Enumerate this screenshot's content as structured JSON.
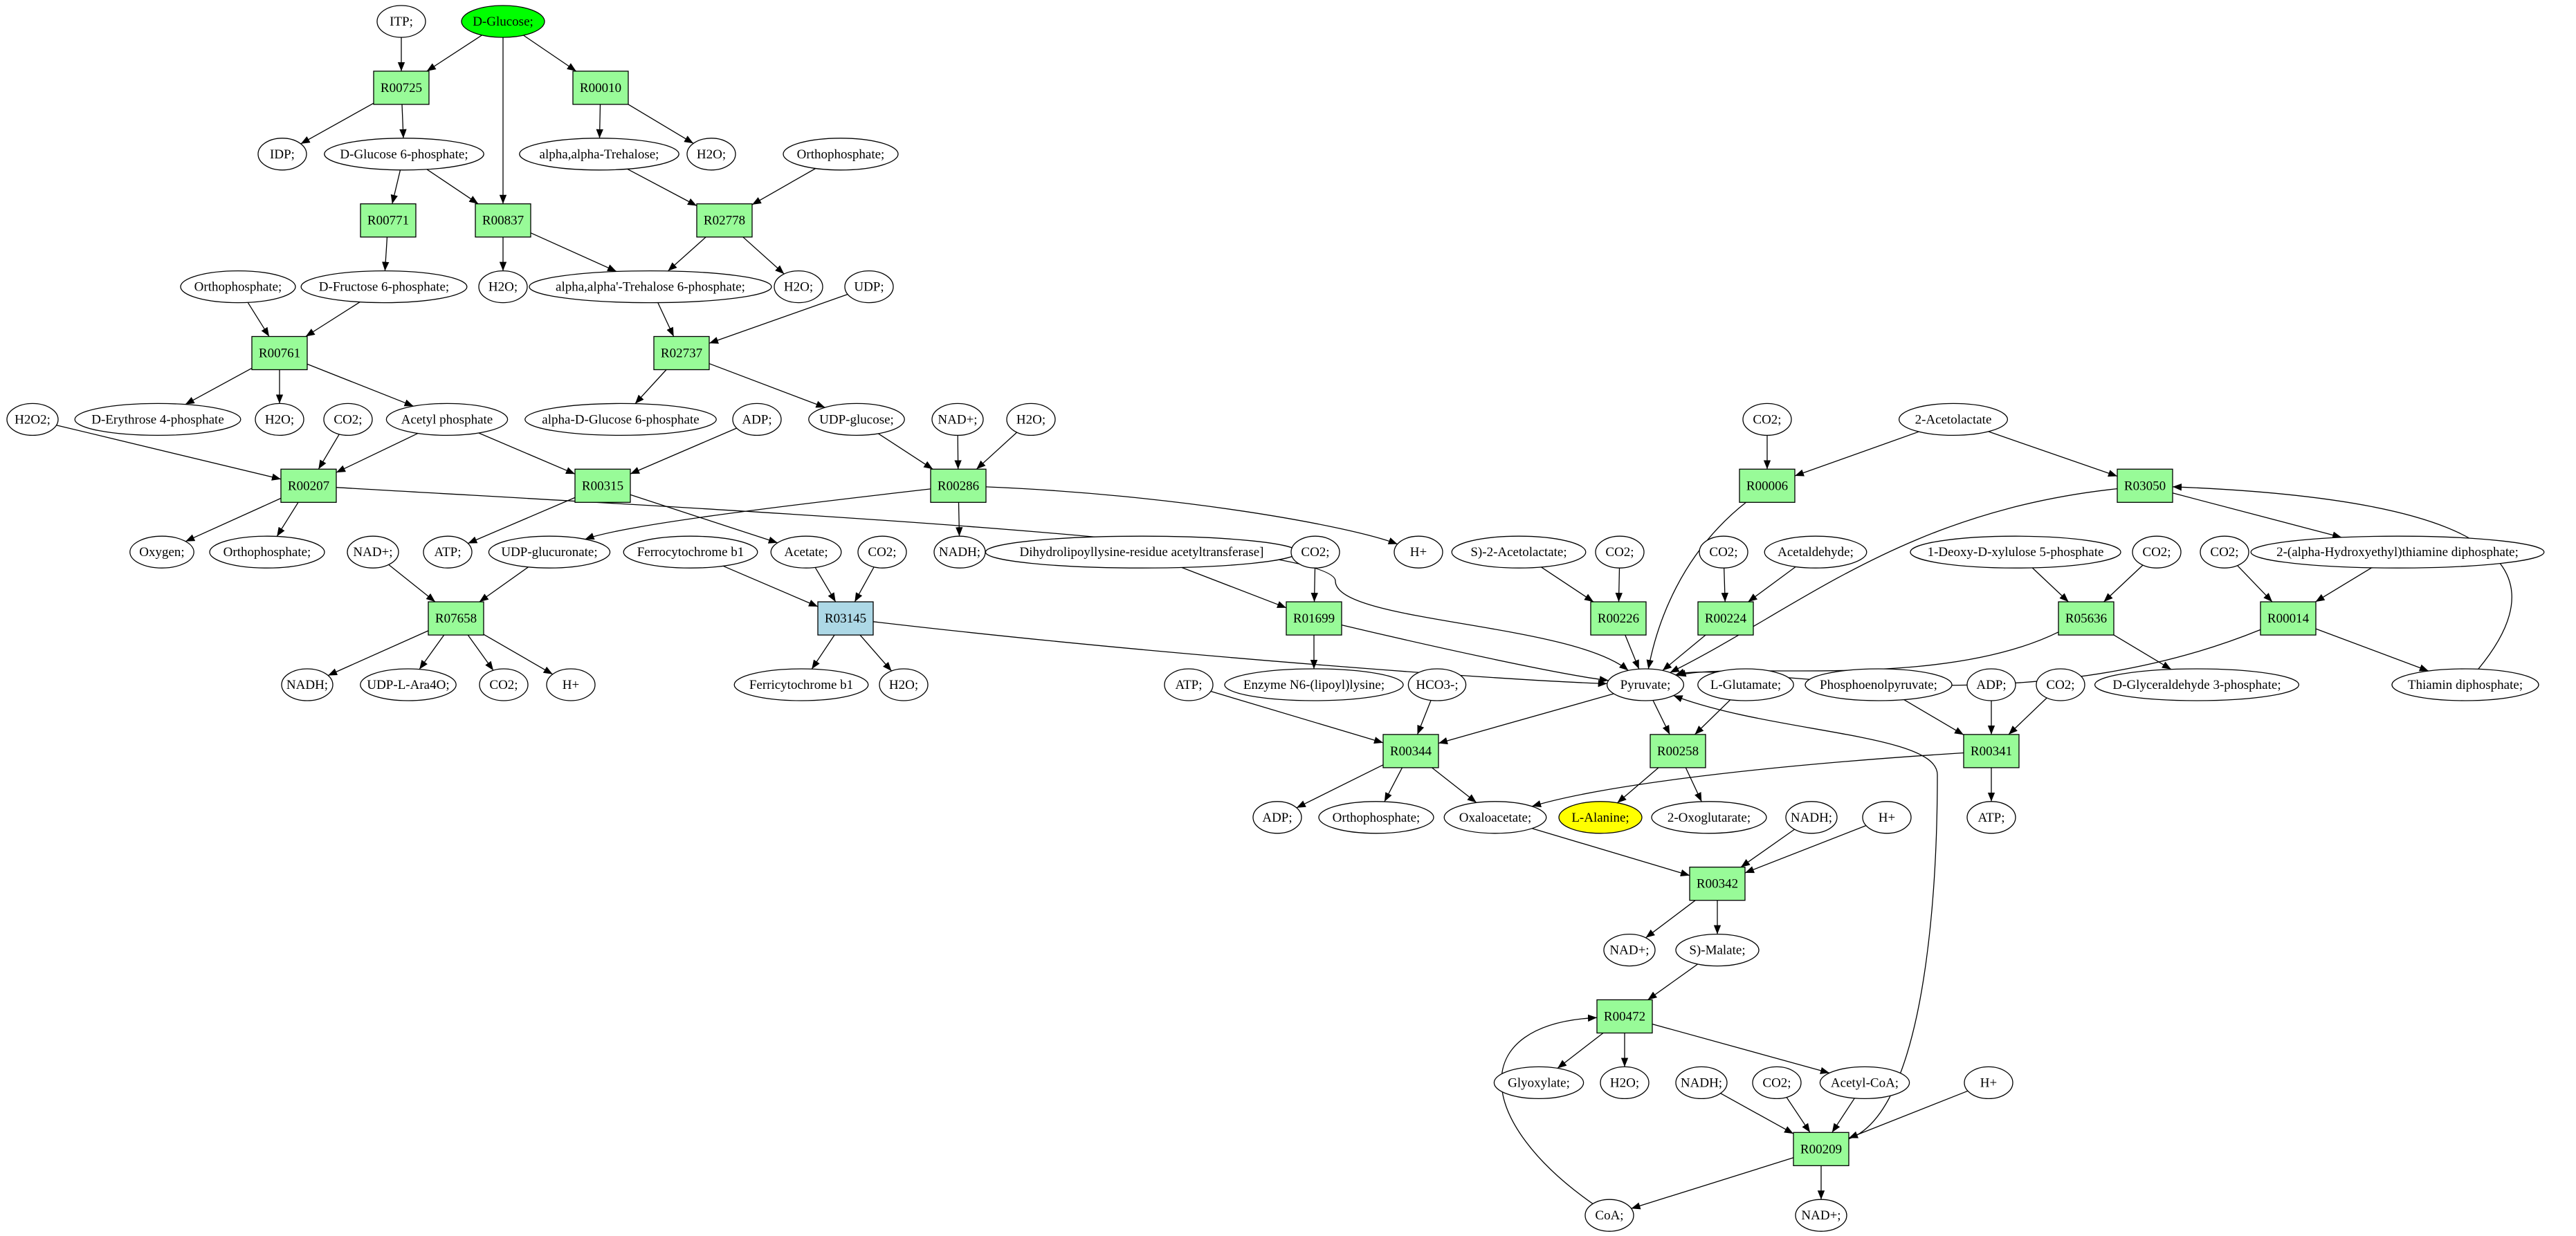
{
  "diagram": {
    "type": "metabolic-pathway-graph",
    "colors": {
      "source_compound": "#00ff00",
      "target_compound": "#ffff00",
      "reaction": "#98fb98",
      "reaction_highlight": "#add8e6",
      "compound": "#ffffff",
      "stroke": "#000000"
    },
    "nodes": [
      {
        "id": "itp",
        "label": "ITP;",
        "kind": "compound"
      },
      {
        "id": "glucose",
        "label": "D-Glucose;",
        "kind": "source"
      },
      {
        "id": "R00725",
        "label": "R00725",
        "kind": "reaction"
      },
      {
        "id": "R00010",
        "label": "R00010",
        "kind": "reaction"
      },
      {
        "id": "idp",
        "label": "IDP;",
        "kind": "compound"
      },
      {
        "id": "g6p",
        "label": "D-Glucose 6-phosphate;",
        "kind": "compound"
      },
      {
        "id": "trehalose",
        "label": "alpha,alpha-Trehalose;",
        "kind": "compound"
      },
      {
        "id": "h2o_a",
        "label": "H2O;",
        "kind": "compound"
      },
      {
        "id": "pi_a",
        "label": "Orthophosphate;",
        "kind": "compound"
      },
      {
        "id": "R00771",
        "label": "R00771",
        "kind": "reaction"
      },
      {
        "id": "R00837",
        "label": "R00837",
        "kind": "reaction"
      },
      {
        "id": "R02778",
        "label": "R02778",
        "kind": "reaction"
      },
      {
        "id": "pi_b",
        "label": "Orthophosphate;",
        "kind": "compound"
      },
      {
        "id": "f6p",
        "label": "D-Fructose 6-phosphate;",
        "kind": "compound"
      },
      {
        "id": "h2o_b",
        "label": "H2O;",
        "kind": "compound"
      },
      {
        "id": "t6p",
        "label": "alpha,alpha'-Trehalose 6-phosphate;",
        "kind": "compound"
      },
      {
        "id": "h2o_c",
        "label": "H2O;",
        "kind": "compound"
      },
      {
        "id": "udp",
        "label": "UDP;",
        "kind": "compound"
      },
      {
        "id": "R00761",
        "label": "R00761",
        "kind": "reaction"
      },
      {
        "id": "R02737",
        "label": "R02737",
        "kind": "reaction"
      },
      {
        "id": "h2o2",
        "label": "H2O2;",
        "kind": "compound"
      },
      {
        "id": "e4p",
        "label": "D-Erythrose 4-phosphate",
        "kind": "compound"
      },
      {
        "id": "h2o_d",
        "label": "H2O;",
        "kind": "compound"
      },
      {
        "id": "co2_a",
        "label": "CO2;",
        "kind": "compound"
      },
      {
        "id": "acp",
        "label": "Acetyl phosphate",
        "kind": "compound"
      },
      {
        "id": "adg6p",
        "label": "alpha-D-Glucose 6-phosphate",
        "kind": "compound"
      },
      {
        "id": "adp_a",
        "label": "ADP;",
        "kind": "compound"
      },
      {
        "id": "udpglc",
        "label": "UDP-glucose;",
        "kind": "compound"
      },
      {
        "id": "nad_a",
        "label": "NAD+;",
        "kind": "compound"
      },
      {
        "id": "h2o_e",
        "label": "H2O;",
        "kind": "compound"
      },
      {
        "id": "co2_b",
        "label": "CO2;",
        "kind": "compound"
      },
      {
        "id": "acetolactate2",
        "label": "2-Acetolactate",
        "kind": "compound"
      },
      {
        "id": "R00207",
        "label": "R00207",
        "kind": "reaction"
      },
      {
        "id": "R00315",
        "label": "R00315",
        "kind": "reaction"
      },
      {
        "id": "R00286",
        "label": "R00286",
        "kind": "reaction"
      },
      {
        "id": "R00006",
        "label": "R00006",
        "kind": "reaction"
      },
      {
        "id": "R03050",
        "label": "R03050",
        "kind": "reaction"
      },
      {
        "id": "oxygen",
        "label": "Oxygen;",
        "kind": "compound"
      },
      {
        "id": "pi_c",
        "label": "Orthophosphate;",
        "kind": "compound"
      },
      {
        "id": "nad_b",
        "label": "NAD+;",
        "kind": "compound"
      },
      {
        "id": "atp_a",
        "label": "ATP;",
        "kind": "compound"
      },
      {
        "id": "udpgca",
        "label": "UDP-glucuronate;",
        "kind": "compound"
      },
      {
        "id": "ferrocyt",
        "label": "Ferrocytochrome b1",
        "kind": "compound"
      },
      {
        "id": "acetate",
        "label": "Acetate;",
        "kind": "compound"
      },
      {
        "id": "co2_c",
        "label": "CO2;",
        "kind": "compound"
      },
      {
        "id": "nadh_a",
        "label": "NADH;",
        "kind": "compound"
      },
      {
        "id": "dlat",
        "label": "Dihydrolipoyllysine-residue acetyltransferase]",
        "kind": "compound"
      },
      {
        "id": "co2_d",
        "label": "CO2;",
        "kind": "compound"
      },
      {
        "id": "hplus_a",
        "label": "H+",
        "kind": "compound"
      },
      {
        "id": "s2acetolactate",
        "label": "S)-2-Acetolactate;",
        "kind": "compound"
      },
      {
        "id": "co2_e",
        "label": "CO2;",
        "kind": "compound"
      },
      {
        "id": "co2_f",
        "label": "CO2;",
        "kind": "compound"
      },
      {
        "id": "acetaldehyde",
        "label": "Acetaldehyde;",
        "kind": "compound"
      },
      {
        "id": "dxp",
        "label": "1-Deoxy-D-xylulose 5-phosphate",
        "kind": "compound"
      },
      {
        "id": "co2_g",
        "label": "CO2;",
        "kind": "compound"
      },
      {
        "id": "co2_h",
        "label": "CO2;",
        "kind": "compound"
      },
      {
        "id": "hetdp",
        "label": "2-(alpha-Hydroxyethyl)thiamine diphosphate;",
        "kind": "compound"
      },
      {
        "id": "R07658",
        "label": "R07658",
        "kind": "reaction"
      },
      {
        "id": "R03145",
        "label": "R03145",
        "kind": "reaction-highlight"
      },
      {
        "id": "R01699",
        "label": "R01699",
        "kind": "reaction"
      },
      {
        "id": "R00226",
        "label": "R00226",
        "kind": "reaction"
      },
      {
        "id": "R00224",
        "label": "R00224",
        "kind": "reaction"
      },
      {
        "id": "R05636",
        "label": "R05636",
        "kind": "reaction"
      },
      {
        "id": "R00014",
        "label": "R00014",
        "kind": "reaction"
      },
      {
        "id": "nadh_b",
        "label": "NADH;",
        "kind": "compound"
      },
      {
        "id": "udpara",
        "label": "UDP-L-Ara4O;",
        "kind": "compound"
      },
      {
        "id": "co2_i",
        "label": "CO2;",
        "kind": "compound"
      },
      {
        "id": "hplus_b",
        "label": "H+",
        "kind": "compound"
      },
      {
        "id": "ferricyt",
        "label": "Ferricytochrome b1",
        "kind": "compound"
      },
      {
        "id": "h2o_f",
        "label": "H2O;",
        "kind": "compound"
      },
      {
        "id": "atp_b",
        "label": "ATP;",
        "kind": "compound"
      },
      {
        "id": "enzlip",
        "label": "Enzyme N6-(lipoyl)lysine;",
        "kind": "compound"
      },
      {
        "id": "hco3",
        "label": "HCO3-;",
        "kind": "compound"
      },
      {
        "id": "pyruvate",
        "label": "Pyruvate;",
        "kind": "compound"
      },
      {
        "id": "glutamate",
        "label": "L-Glutamate;",
        "kind": "compound"
      },
      {
        "id": "pep",
        "label": "Phosphoenolpyruvate;",
        "kind": "compound"
      },
      {
        "id": "adp_b",
        "label": "ADP;",
        "kind": "compound"
      },
      {
        "id": "co2_j",
        "label": "CO2;",
        "kind": "compound"
      },
      {
        "id": "g3p",
        "label": "D-Glyceraldehyde 3-phosphate;",
        "kind": "compound"
      },
      {
        "id": "thdp",
        "label": "Thiamin diphosphate;",
        "kind": "compound"
      },
      {
        "id": "R00344",
        "label": "R00344",
        "kind": "reaction"
      },
      {
        "id": "R00258",
        "label": "R00258",
        "kind": "reaction"
      },
      {
        "id": "R00341",
        "label": "R00341",
        "kind": "reaction"
      },
      {
        "id": "adp_c",
        "label": "ADP;",
        "kind": "compound"
      },
      {
        "id": "pi_d",
        "label": "Orthophosphate;",
        "kind": "compound"
      },
      {
        "id": "oaa",
        "label": "Oxaloacetate;",
        "kind": "compound"
      },
      {
        "id": "alanine",
        "label": "L-Alanine;",
        "kind": "target"
      },
      {
        "id": "akg",
        "label": "2-Oxoglutarate;",
        "kind": "compound"
      },
      {
        "id": "nadh_c",
        "label": "NADH;",
        "kind": "compound"
      },
      {
        "id": "hplus_c",
        "label": "H+",
        "kind": "compound"
      },
      {
        "id": "atp_c",
        "label": "ATP;",
        "kind": "compound"
      },
      {
        "id": "R00342",
        "label": "R00342",
        "kind": "reaction"
      },
      {
        "id": "nad_c",
        "label": "NAD+;",
        "kind": "compound"
      },
      {
        "id": "malate",
        "label": "S)-Malate;",
        "kind": "compound"
      },
      {
        "id": "R00472",
        "label": "R00472",
        "kind": "reaction"
      },
      {
        "id": "glyoxylate",
        "label": "Glyoxylate;",
        "kind": "compound"
      },
      {
        "id": "h2o_g",
        "label": "H2O;",
        "kind": "compound"
      },
      {
        "id": "nadh_d",
        "label": "NADH;",
        "kind": "compound"
      },
      {
        "id": "co2_k",
        "label": "CO2;",
        "kind": "compound"
      },
      {
        "id": "accoa",
        "label": "Acetyl-CoA;",
        "kind": "compound"
      },
      {
        "id": "hplus_d",
        "label": "H+",
        "kind": "compound"
      },
      {
        "id": "R00209",
        "label": "R00209",
        "kind": "reaction"
      },
      {
        "id": "coa",
        "label": "CoA;",
        "kind": "compound"
      },
      {
        "id": "nad_d",
        "label": "NAD+;",
        "kind": "compound"
      }
    ],
    "edges": [
      [
        "itp",
        "R00725"
      ],
      [
        "glucose",
        "R00725"
      ],
      [
        "glucose",
        "R00837"
      ],
      [
        "glucose",
        "R00010"
      ],
      [
        "R00725",
        "idp"
      ],
      [
        "R00725",
        "g6p"
      ],
      [
        "R00010",
        "trehalose"
      ],
      [
        "R00010",
        "h2o_a"
      ],
      [
        "g6p",
        "R00771"
      ],
      [
        "g6p",
        "R00837"
      ],
      [
        "trehalose",
        "R02778"
      ],
      [
        "pi_a",
        "R02778"
      ],
      [
        "R00771",
        "f6p"
      ],
      [
        "R00837",
        "h2o_b"
      ],
      [
        "R00837",
        "t6p"
      ],
      [
        "R02778",
        "t6p"
      ],
      [
        "R02778",
        "h2o_c"
      ],
      [
        "pi_b",
        "R00761"
      ],
      [
        "f6p",
        "R00761"
      ],
      [
        "t6p",
        "R02737"
      ],
      [
        "udp",
        "R02737"
      ],
      [
        "R00761",
        "e4p"
      ],
      [
        "R00761",
        "h2o_d"
      ],
      [
        "R00761",
        "acp"
      ],
      [
        "R02737",
        "adg6p"
      ],
      [
        "R02737",
        "udpglc"
      ],
      [
        "h2o2",
        "R00207"
      ],
      [
        "co2_a",
        "R00207"
      ],
      [
        "acp",
        "R00207"
      ],
      [
        "acp",
        "R00315"
      ],
      [
        "adp_a",
        "R00315"
      ],
      [
        "udpglc",
        "R00286"
      ],
      [
        "nad_a",
        "R00286"
      ],
      [
        "h2o_e",
        "R00286"
      ],
      [
        "co2_b",
        "R00006"
      ],
      [
        "acetolactate2",
        "R00006"
      ],
      [
        "acetolactate2",
        "R03050"
      ],
      [
        "R00207",
        "oxygen"
      ],
      [
        "R00207",
        "pi_c"
      ],
      [
        "R00207",
        "pyruvate"
      ],
      [
        "R00315",
        "atp_a"
      ],
      [
        "R00315",
        "acetate"
      ],
      [
        "R00286",
        "udpgca"
      ],
      [
        "R00286",
        "nadh_a"
      ],
      [
        "R00286",
        "hplus_a"
      ],
      [
        "R00006",
        "pyruvate"
      ],
      [
        "R03050",
        "pyruvate"
      ],
      [
        "R03050",
        "hetdp"
      ],
      [
        "thdp",
        "R03050"
      ],
      [
        "nad_b",
        "R07658"
      ],
      [
        "udpgca",
        "R07658"
      ],
      [
        "ferrocyt",
        "R03145"
      ],
      [
        "acetate",
        "R03145"
      ],
      [
        "co2_c",
        "R03145"
      ],
      [
        "dlat",
        "R01699"
      ],
      [
        "co2_d",
        "R01699"
      ],
      [
        "s2acetolactate",
        "R00226"
      ],
      [
        "co2_e",
        "R00226"
      ],
      [
        "co2_f",
        "R00224"
      ],
      [
        "acetaldehyde",
        "R00224"
      ],
      [
        "dxp",
        "R05636"
      ],
      [
        "co2_g",
        "R05636"
      ],
      [
        "co2_h",
        "R00014"
      ],
      [
        "hetdp",
        "R00014"
      ],
      [
        "R07658",
        "nadh_b"
      ],
      [
        "R07658",
        "udpara"
      ],
      [
        "R07658",
        "co2_i"
      ],
      [
        "R07658",
        "hplus_b"
      ],
      [
        "R03145",
        "ferricyt"
      ],
      [
        "R03145",
        "h2o_f"
      ],
      [
        "R03145",
        "pyruvate"
      ],
      [
        "R01699",
        "enzlip"
      ],
      [
        "R01699",
        "pyruvate"
      ],
      [
        "R00226",
        "pyruvate"
      ],
      [
        "R00224",
        "pyruvate"
      ],
      [
        "R05636",
        "pyruvate"
      ],
      [
        "R05636",
        "g3p"
      ],
      [
        "R00014",
        "pyruvate"
      ],
      [
        "R00014",
        "thdp"
      ],
      [
        "atp_b",
        "R00344"
      ],
      [
        "hco3",
        "R00344"
      ],
      [
        "pyruvate",
        "R00344"
      ],
      [
        "pyruvate",
        "R00258"
      ],
      [
        "glutamate",
        "R00258"
      ],
      [
        "pep",
        "R00341"
      ],
      [
        "adp_b",
        "R00341"
      ],
      [
        "co2_j",
        "R00341"
      ],
      [
        "R00344",
        "adp_c"
      ],
      [
        "R00344",
        "pi_d"
      ],
      [
        "R00344",
        "oaa"
      ],
      [
        "R00258",
        "alanine"
      ],
      [
        "R00258",
        "akg"
      ],
      [
        "R00341",
        "oaa"
      ],
      [
        "R00341",
        "atp_c"
      ],
      [
        "oaa",
        "R00342"
      ],
      [
        "nadh_c",
        "R00342"
      ],
      [
        "hplus_c",
        "R00342"
      ],
      [
        "R00342",
        "nad_c"
      ],
      [
        "R00342",
        "malate"
      ],
      [
        "malate",
        "R00472"
      ],
      [
        "coa",
        "R00472"
      ],
      [
        "R00472",
        "glyoxylate"
      ],
      [
        "R00472",
        "h2o_g"
      ],
      [
        "R00472",
        "accoa"
      ],
      [
        "nadh_d",
        "R00209"
      ],
      [
        "co2_k",
        "R00209"
      ],
      [
        "accoa",
        "R00209"
      ],
      [
        "hplus_d",
        "R00209"
      ],
      [
        "R00209",
        "coa"
      ],
      [
        "R00209",
        "nad_d"
      ],
      [
        "R00209",
        "pyruvate"
      ]
    ]
  }
}
